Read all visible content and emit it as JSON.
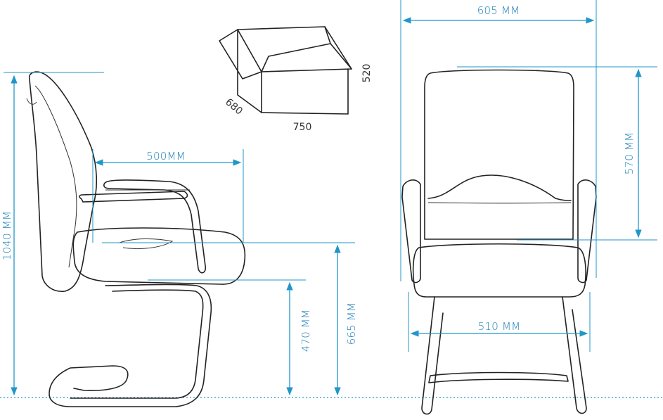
{
  "colors": {
    "dimension": "#2196c9",
    "outline": "#222222",
    "background": "#ffffff"
  },
  "side_view": {
    "total_height": "1040 MM",
    "seat_depth": "500MM",
    "seat_height": "470 MM",
    "armrest_height": "665 MM"
  },
  "front_view": {
    "overall_width": "605 MM",
    "backrest_height": "570 MM",
    "base_width": "510 MM"
  },
  "box": {
    "length": "750",
    "width": "680",
    "height": "520"
  }
}
